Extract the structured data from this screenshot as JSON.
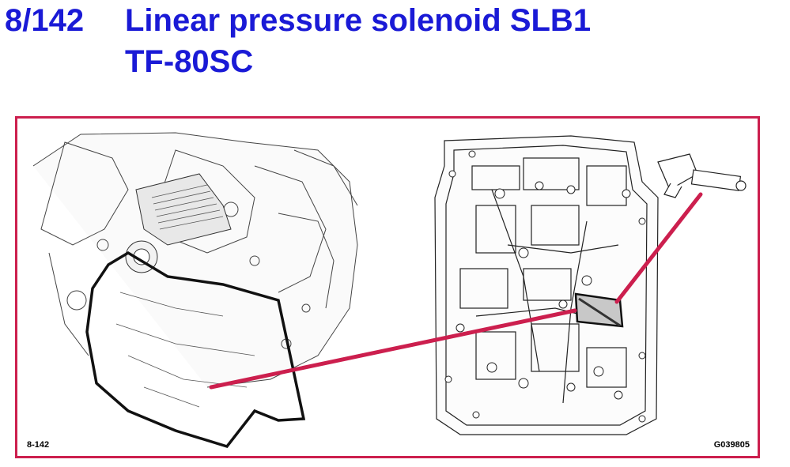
{
  "slide": {
    "number": "8/142",
    "title": "Linear pressure solenoid SLB1",
    "subtitle": "TF-80SC"
  },
  "figure": {
    "figure_number": "8-142",
    "graphic_code": "G039805"
  },
  "colors": {
    "title": "#1a1ad6",
    "frame": "#cc1f4e",
    "callout": "#cc1f4e"
  }
}
